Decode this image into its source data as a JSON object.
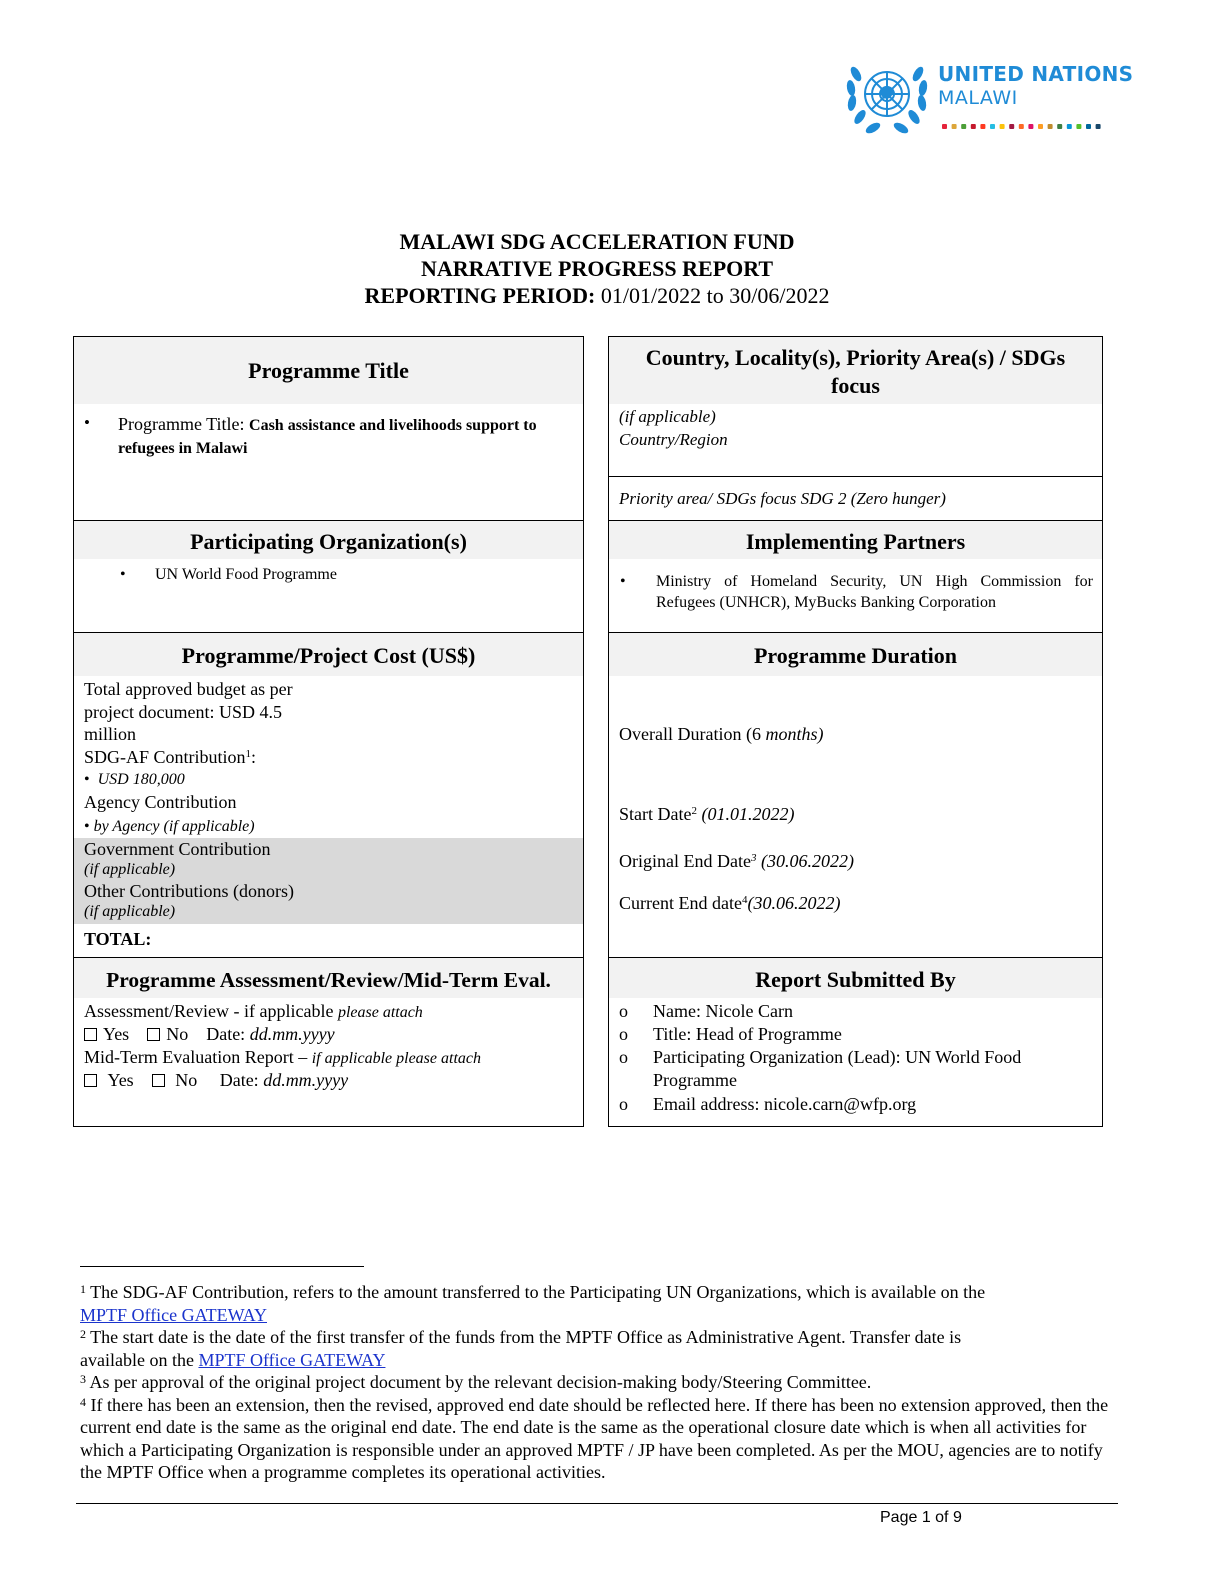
{
  "logo": {
    "line1": "UNITED NATIONS",
    "line2": "MALAWI",
    "emblem_color": "#1f8bd6",
    "emblem_icon": "un-emblem-icon",
    "sdg_dot_colors": [
      "#e5243b",
      "#dda63a",
      "#4c9f38",
      "#c5192d",
      "#ff3a21",
      "#26bde2",
      "#fcc30b",
      "#a21942",
      "#fd6925",
      "#dd1367",
      "#fd9d24",
      "#bf8b2e",
      "#3f7e44",
      "#0a97d9",
      "#56c02b",
      "#00689d",
      "#19486a"
    ]
  },
  "header": {
    "line1": "MALAWI SDG ACCELERATION FUND",
    "line2": "NARRATIVE PROGRESS REPORT",
    "period_label": "REPORTING PERIOD:",
    "period_value": " 01/01/2022 to 30/06/2022"
  },
  "programme_title": {
    "heading": "Programme Title",
    "bullet": "•",
    "label": "Programme Title: ",
    "value": "Cash assistance and livelihoods support to refugees in Malawi"
  },
  "country": {
    "heading": "Country, Locality(s), Priority Area(s) / SDGs focus",
    "if_applicable": "(if applicable)",
    "country_region": "Country/Region",
    "priority": "Priority area/ SDGs focus SDG 2 (Zero hunger)"
  },
  "participating": {
    "heading": "Participating Organization(s)",
    "bullet": "•",
    "item": "UN World Food Programme"
  },
  "implementing": {
    "heading": "Implementing Partners",
    "bullet": "•",
    "item": "Ministry of Homeland Security, UN High Commission for Refugees (UNHCR), MyBucks Banking Corporation"
  },
  "cost": {
    "heading": "Programme/Project Cost (US$)",
    "total_approved_1": "Total approved budget as per",
    "total_approved_2": "project document: USD 4.5",
    "total_approved_3": "million",
    "sdg_af_label": "SDG-AF Contribution",
    "sdg_af_note": "1",
    "sdg_af_colon": ":",
    "bullet": "•",
    "sdg_af_value": "USD 180,000",
    "agency_label": "Agency Contribution",
    "agency_value": "by Agency (if applicable)",
    "gov_label": "Government Contribution",
    "gov_note": "(if applicable)",
    "other_label": "Other Contributions (donors)",
    "other_note": "(if applicable)",
    "total": "TOTAL:"
  },
  "duration": {
    "heading": "Programme Duration",
    "overall_label": "Overall Duration (6 ",
    "overall_months": "months)",
    "start_label": "Start Date",
    "start_note": "2",
    "start_value": " (01.01.2022)",
    "orig_label": "Original End Date",
    "orig_note": "3",
    "orig_value": " (30.06.2022)",
    "current_label": "Current End date",
    "current_note": "4",
    "current_value": "(30.06.2022)"
  },
  "assessment": {
    "heading": "Programme Assessment/Review/Mid-Term Eval.",
    "review_label": "Assessment/Review - if applicable ",
    "review_attach": "please attach",
    "yes": "Yes",
    "no": "No",
    "date_label": "Date: ",
    "date_value": "dd.mm.yyyy",
    "midterm_label": "Mid-Term Evaluation Report – ",
    "midterm_attach": "if applicable please attach"
  },
  "submitted": {
    "heading": "Report Submitted By",
    "bullet": "o",
    "name": "Name: Nicole Carn",
    "title": "Title: Head of  Programme",
    "org_1": "Participating Organization (Lead): UN World Food",
    "org_2": "Programme",
    "email": "Email address: nicole.carn@wfp.org"
  },
  "footnotes": {
    "n1": "1",
    "f1": " The SDG-AF Contribution, refers to the amount transferred to the Participating UN Organizations, which is available on the",
    "link": "MPTF Office GATEWAY",
    "n2": "2",
    "f2a": " The start date is the date of the first transfer of the funds from the MPTF Office as Administrative Agent. Transfer date is",
    "f2b": "available on the ",
    "n3": "3",
    "f3": " As per approval of the original project document by the relevant decision-making body/Steering Committee.",
    "n4": "4",
    "f4": " If there has been an extension, then the revised, approved end date should be reflected here. If there has been no extension approved, then the current end date is the same as the original end date. The end date is the same as the operational closure date which is when all activities for which a Participating Organization is responsible under an approved MPTF / JP have been completed. As per the MOU, agencies are to notify the MPTF Office when a programme completes its operational activities."
  },
  "page": {
    "label": "Page 1 of 9"
  }
}
